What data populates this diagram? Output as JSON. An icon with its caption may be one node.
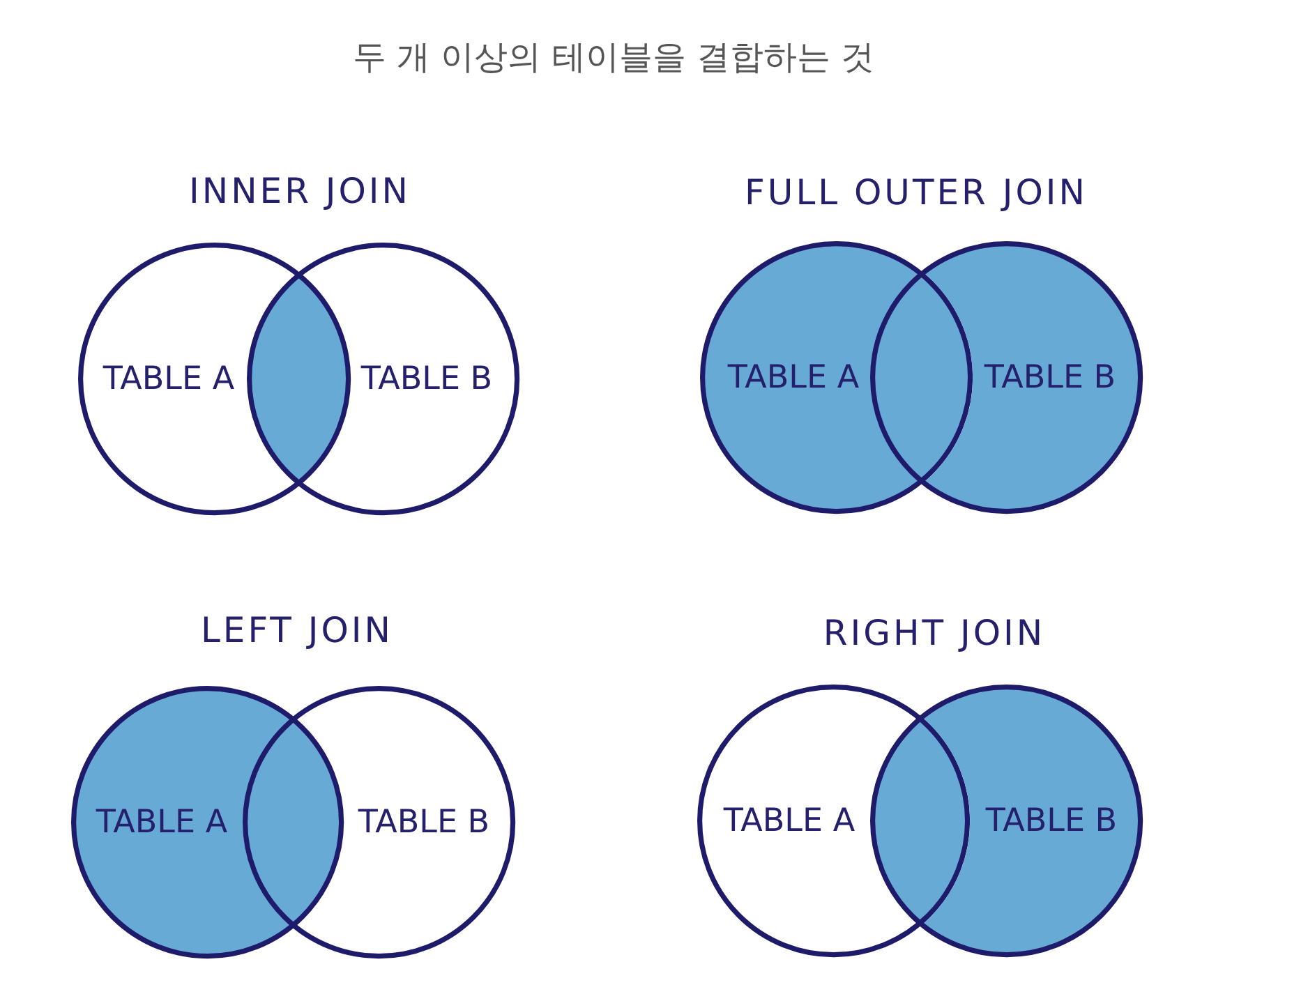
{
  "diagram": {
    "title": "두 개 이상의 테이블을 결합하는 것",
    "nodes": [
      {
        "text": [
          "TABLE A"
        ]
      },
      {
        "text": [
          "TABLE B"
        ]
      },
      {
        "text": [
          "TABLE A"
        ]
      },
      {
        "text": [
          "TABLE B"
        ]
      },
      {
        "text": [
          "TABLE A"
        ]
      },
      {
        "text": [
          "TABLE B"
        ]
      },
      {
        "text": [
          "TABLE A"
        ]
      },
      {
        "text": [
          "TABLE B"
        ]
      }
    ],
    "labels": [
      "INNER JOIN",
      "FULL OUTER JOIN",
      "LEFT JOIN",
      "RIGHT JOIN"
    ]
  }
}
